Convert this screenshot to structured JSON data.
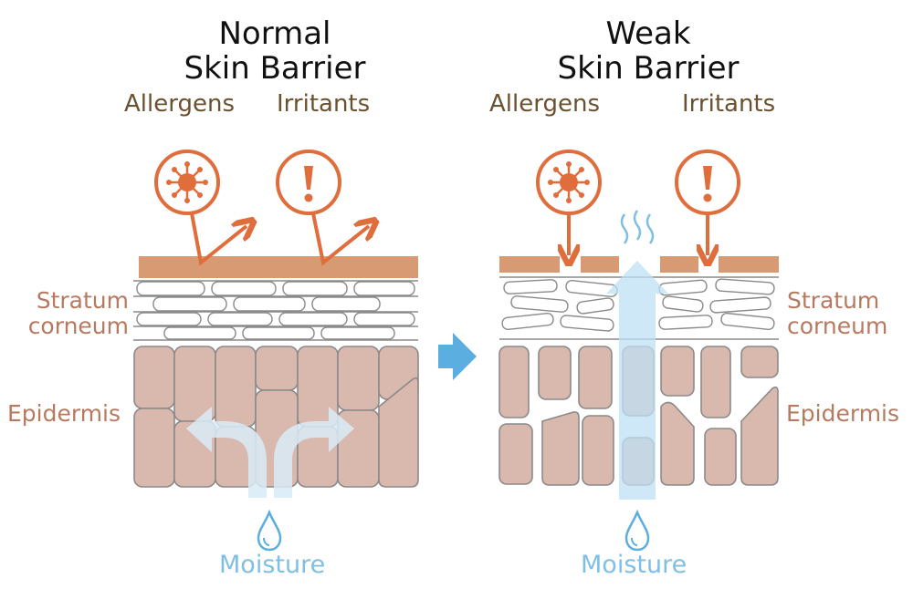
{
  "left_panel": {
    "title_line1": "Normal",
    "title_line2": "Skin Barrier",
    "allergens_label": "Allergens",
    "irritants_label": "Irritants",
    "stratum_label_line1": "Stratum",
    "stratum_label_line2": "corneum",
    "epidermis_label": "Epidermis",
    "moisture_label": "Moisture"
  },
  "right_panel": {
    "title_line1": "Weak",
    "title_line2": "Skin Barrier",
    "allergens_label": "Allergens",
    "irritants_label": "Irritants",
    "stratum_label_line1": "Stratum",
    "stratum_label_line2": "corneum",
    "epidermis_label": "Epidermis",
    "moisture_label": "Moisture"
  },
  "colors": {
    "barrier_layer": "#d79a73",
    "cell_fill": "#d9b8ae",
    "cell_stroke": "#8a8a8a",
    "icon_orange": "#e06d3c",
    "moisture_blue": "#7fbfe3",
    "transition_arrow": "#5aaee0",
    "label_brown": "#6b5130",
    "label_skin": "#b77a60"
  },
  "icons": [
    "allergen-virus-icon",
    "irritant-exclamation-icon",
    "water-drop-icon",
    "heat-wave-icon",
    "right-arrow-icon"
  ]
}
